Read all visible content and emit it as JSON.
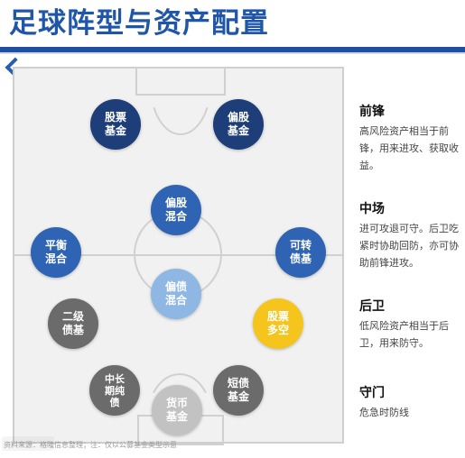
{
  "title": "足球阵型与资产配置",
  "colors": {
    "title": "#1f56a8",
    "dark_navy": "#1d3e78",
    "mid_blue": "#2e64b3",
    "light_blue": "#8fb7e3",
    "gray": "#6b6b6b",
    "light_gray": "#c2c2c2",
    "gold": "#f6c51d"
  },
  "positions": {
    "stock_fund": "股票\n基金",
    "stock_biased": "偏股\n基金",
    "stock_mixed": "偏股\n混合",
    "balanced_mixed": "平衡\n混合",
    "convertible": "可转\n债基",
    "bond_mixed": "偏债\n混合",
    "secondary_bond": "二级\n债基",
    "long_short": "股票\n多空",
    "mid_long_bond": "中长\n期纯\n债",
    "short_bond": "短债\n基金",
    "money_fund": "货币\n基金"
  },
  "sections": [
    {
      "heading": "前锋",
      "text": "高风险资产相当于前锋，用来进攻、获取收益。"
    },
    {
      "heading": "中场",
      "text": "进可攻退可守。后卫吃紧时协助回防，亦可协助前锋进攻。"
    },
    {
      "heading": "后卫",
      "text": "低风险资产相当于后卫，用来防守。"
    },
    {
      "heading": "守门",
      "text": "危急时防线"
    }
  ],
  "footnote": "资料来源：格隆信息整理；注：仅以公募基金类型示意"
}
